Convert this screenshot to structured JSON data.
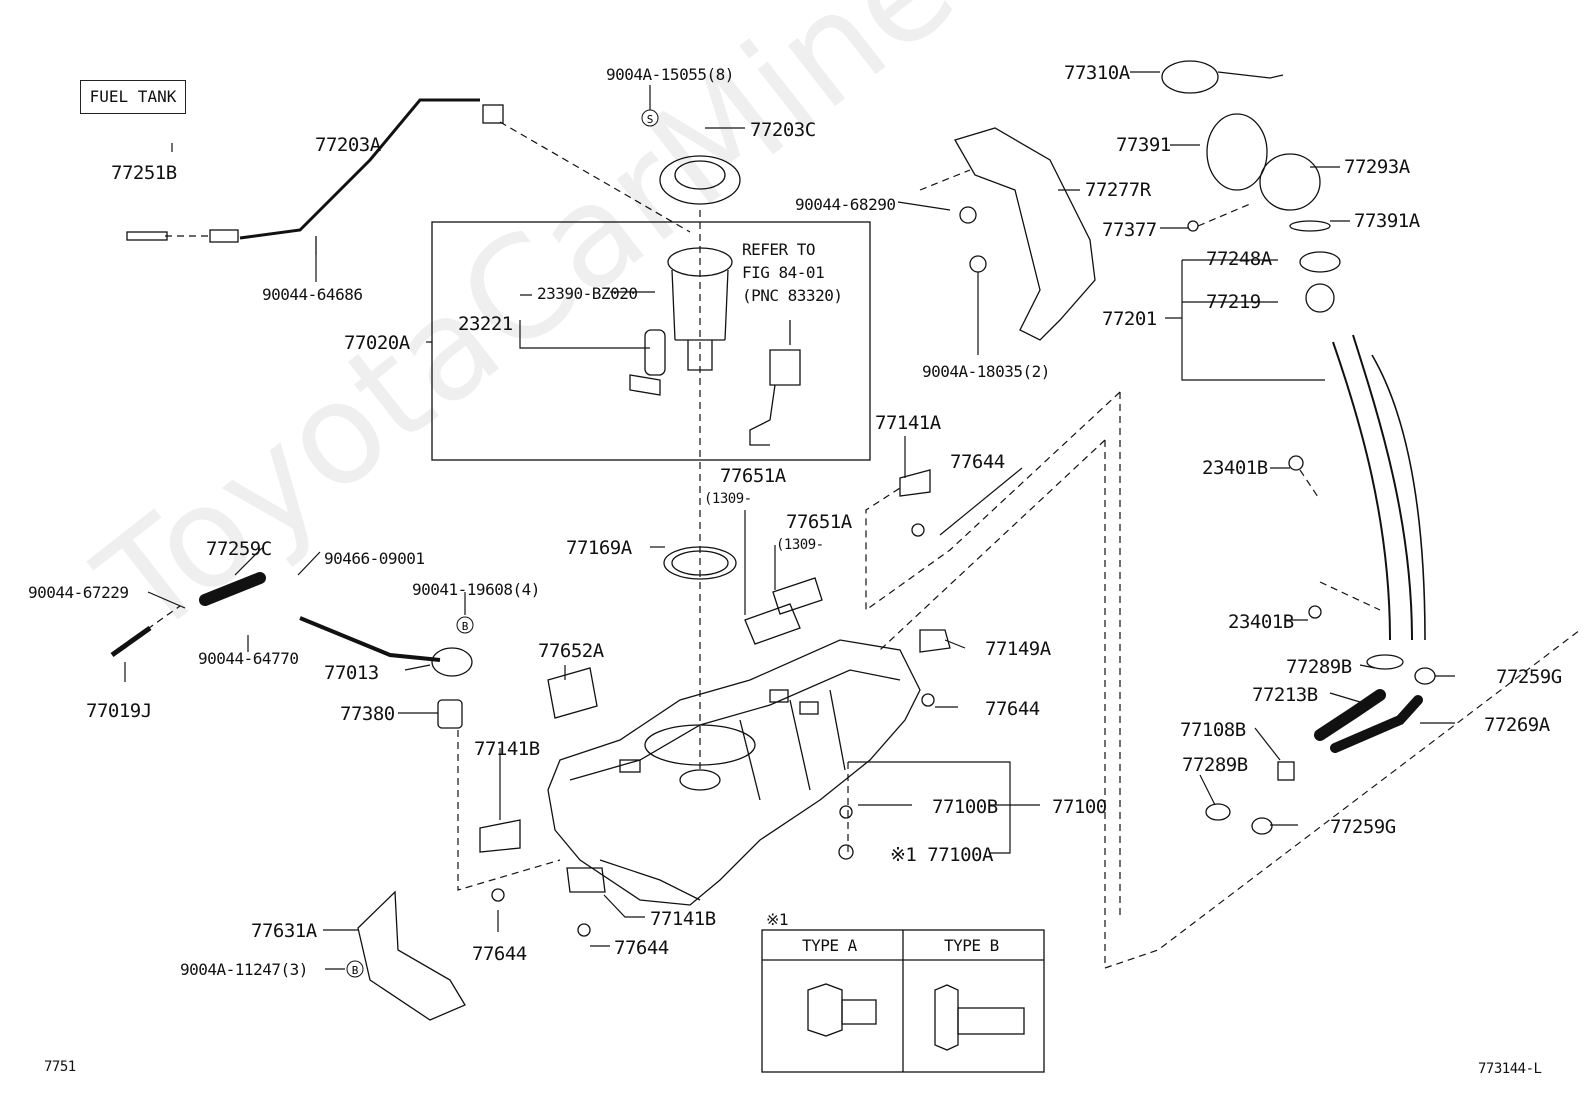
{
  "title": "FUEL TANK",
  "watermark": "ToyotaCarMine.ru",
  "footer": {
    "left": "7751",
    "right": "773144-L"
  },
  "refer_note": {
    "line1": "REFER TO",
    "line2": "FIG 84-01",
    "line3": "(PNC 83320)"
  },
  "type_legend": {
    "mark": "※1",
    "type_a": "TYPE A",
    "type_b": "TYPE B"
  },
  "labels": {
    "p77251B": "77251B",
    "p77203A": "77203A",
    "p90044_64686": "90044-64686",
    "p9004A_15055": "9004A-15055(8)",
    "p77203C": "77203C",
    "p77020A": "77020A",
    "p23221": "23221",
    "p23390": "23390-BZ020",
    "p77310A": "77310A",
    "p77391": "77391",
    "p77293A": "77293A",
    "p77277R": "77277R",
    "p90044_68290": "90044-68290",
    "p77377": "77377",
    "p77391A": "77391A",
    "p77248A": "77248A",
    "p77219": "77219",
    "p77201": "77201",
    "p9004A_18035": "9004A-18035(2)",
    "p77141A": "77141A",
    "p77644a": "77644",
    "p23401Ba": "23401B",
    "p77651Aa": "77651A",
    "p1309a": "(1309-",
    "p77651Ab": "77651A",
    "p1309b": "(1309-",
    "p77169A": "77169A",
    "p77259C": "77259C",
    "p90466": "90466-09001",
    "p90044_67229": "90044-67229",
    "p90041": "90041-19608(4)",
    "p90044_64770": "90044-64770",
    "p77013": "77013",
    "p77019J": "77019J",
    "p77652A": "77652A",
    "p77380": "77380",
    "p77149A": "77149A",
    "p77644b": "77644",
    "p23401Bb": "23401B",
    "p77289Ba": "77289B",
    "p77259Ga": "77259G",
    "p77213B": "77213B",
    "p77269A": "77269A",
    "p77108B": "77108B",
    "p77289Bb": "77289B",
    "p77259Gb": "77259G",
    "p77141Bb": "77141B",
    "p77100B": "77100B",
    "p77100": "77100",
    "p77100A": "※1 77100A",
    "p77631A": "77631A",
    "p9004A_11247": "9004A-11247(3)",
    "p77644c": "77644",
    "p77141Bc": "77141B",
    "p77644d": "77644"
  },
  "marker_s": "S",
  "marker_b": "B"
}
